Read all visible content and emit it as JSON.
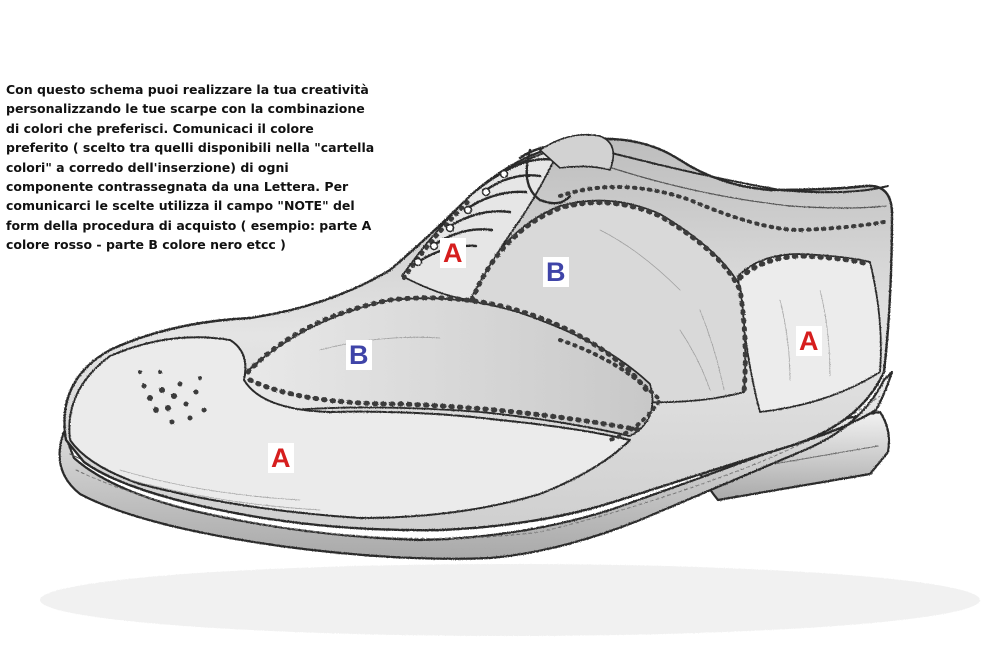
{
  "instructions": {
    "text": "Con questo schema puoi realizzare la tua creatività personalizzando le tue scarpe con la combinazione di colori che preferisci. Comunicaci il colore preferito ( scelto tra quelli disponibili nella \"cartella colori\" a corredo dell'inserzione) di ogni componente contrassegnata da una Lettera. Per comunicarci le scelte utilizza il campo \"NOTE\" del form della procedura di acquisto ( esempio: parte A colore rosso - parte B colore nero etcc )"
  },
  "zones": [
    {
      "letter": "A",
      "color": "#d61e1e"
    },
    {
      "letter": "B",
      "color": "#3f44a8"
    },
    {
      "letter": "B",
      "color": "#3f44a8"
    },
    {
      "letter": "A",
      "color": "#d61e1e"
    },
    {
      "letter": "A",
      "color": "#d61e1e"
    }
  ],
  "colors": {
    "zone_a": "#d61e1e",
    "zone_b": "#3f44a8",
    "sketch_line": "#2a2a2a",
    "background": "#ffffff"
  },
  "illustration": {
    "subject": "brogue-wingtip-oxford-shoe",
    "style": "pencil-sketch"
  }
}
